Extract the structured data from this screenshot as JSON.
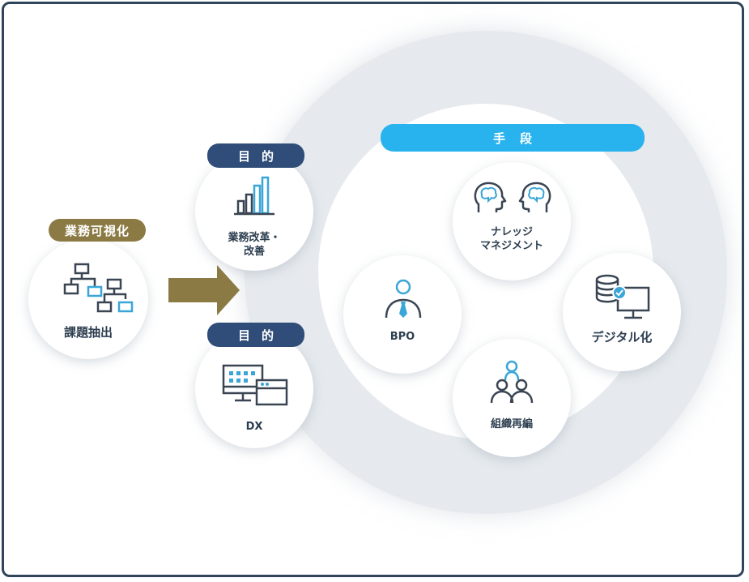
{
  "left": {
    "badge": "業務可視化",
    "label": "課題抽出",
    "icon": "flowchart-icon"
  },
  "purposes": [
    {
      "badge": "目的",
      "label_line1": "業務改革・",
      "label_line2": "改善",
      "icon": "bar-chart-icon"
    },
    {
      "badge": "目的",
      "label": "DX",
      "icon": "dashboard-monitor-icon"
    }
  ],
  "means": {
    "badge": "手段",
    "items": [
      {
        "label_line1": "ナレッジ",
        "label_line2": "マネジメント",
        "icon": "heads-brain-icon"
      },
      {
        "label": "BPO",
        "icon": "person-tie-icon"
      },
      {
        "label": "デジタル化",
        "icon": "database-monitor-icon"
      },
      {
        "label": "組織再編",
        "icon": "team-icon"
      }
    ]
  },
  "colors": {
    "frame": "#2f435a",
    "gold": "#8c7a44",
    "navy": "#2f4d78",
    "sky": "#29b3ee",
    "icon_dark": "#3a4553",
    "icon_accent": "#3aa6d8"
  }
}
